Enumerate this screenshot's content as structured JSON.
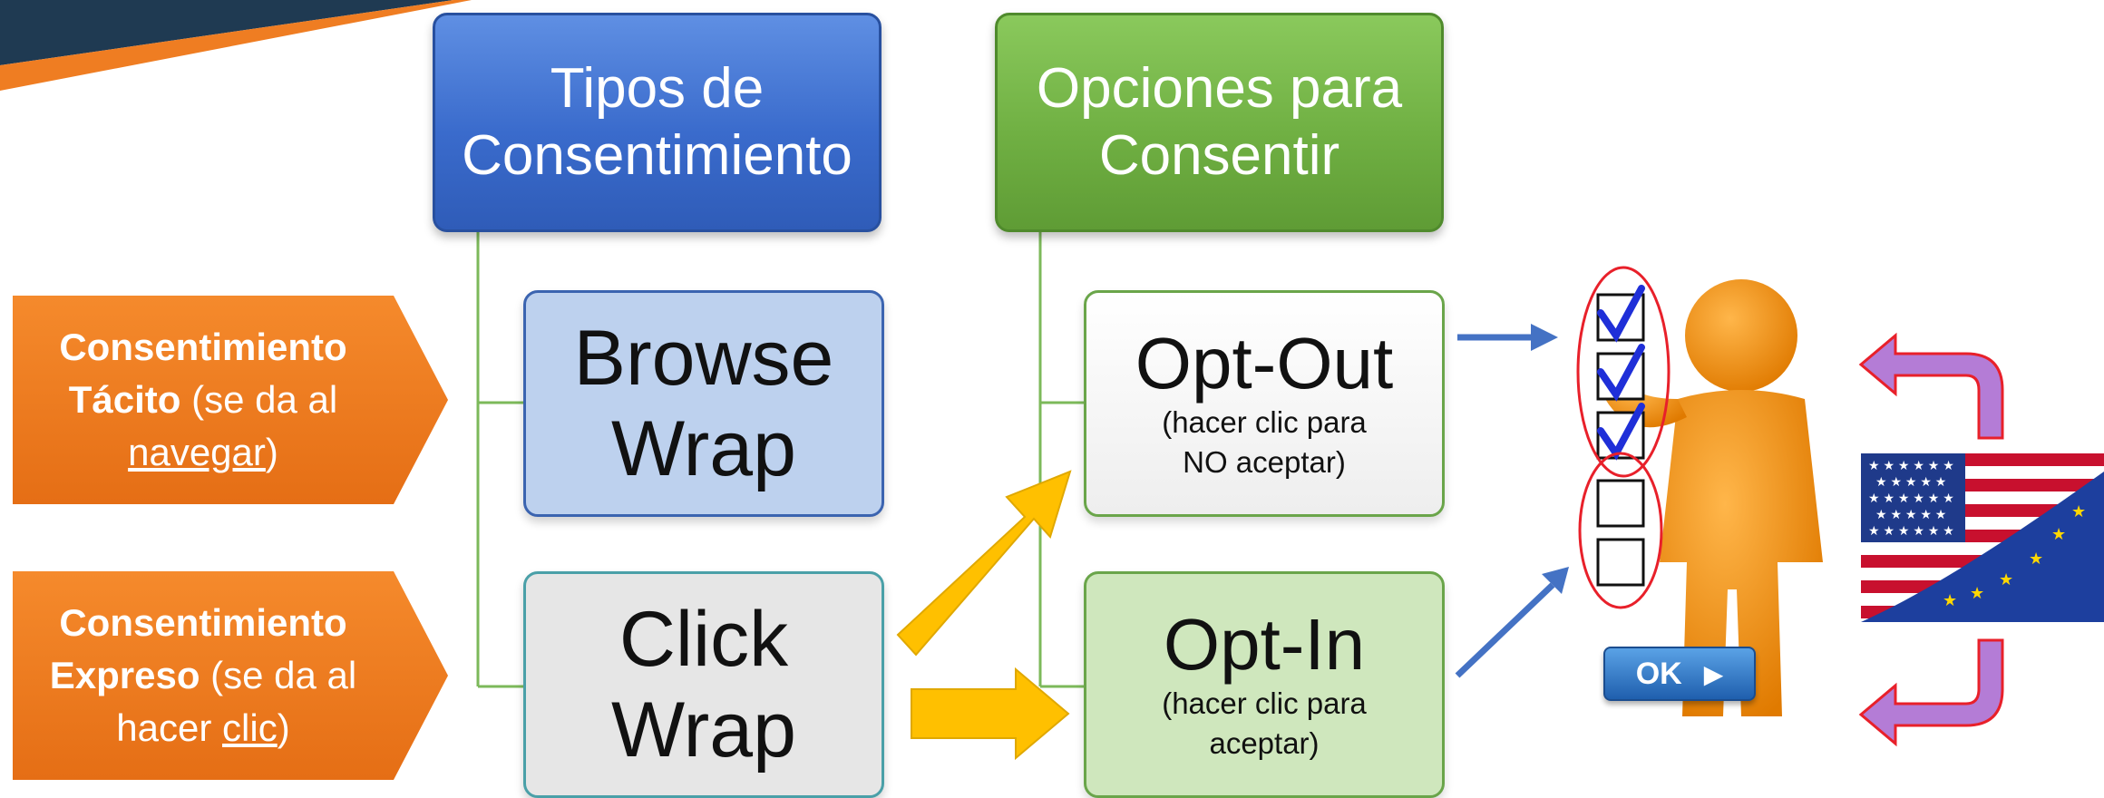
{
  "headers": {
    "types_line1": "Tipos de",
    "types_line2": "Consentimiento",
    "options_line1": "Opciones para",
    "options_line2": "Consentir"
  },
  "types": {
    "browse_line1": "Browse",
    "browse_line2": "Wrap",
    "click_line1": "Click",
    "click_line2": "Wrap"
  },
  "options": {
    "optout_title": "Opt-Out",
    "optout_sub1": "(hacer clic para",
    "optout_sub2": "NO aceptar)",
    "optin_title": "Opt-In",
    "optin_sub1": "(hacer clic para",
    "optin_sub2": "aceptar)"
  },
  "consent": {
    "tacito_l1": "Consentimiento",
    "tacito_l2_bold": "Tácito",
    "tacito_l2_rest": " (se da al",
    "tacito_l3_link": "navegar",
    "tacito_l3_rest": ")",
    "expreso_l1": "Consentimiento",
    "expreso_l2_bold": "Expreso",
    "expreso_l2_rest": " (se da al",
    "expreso_l3_pre": "hacer ",
    "expreso_l3_link": "clic",
    "expreso_l3_rest": ")"
  },
  "ok_button": {
    "label": "OK"
  },
  "colors": {
    "blue_header": "#3a6bcc",
    "green_header": "#70b043",
    "orange": "#ef7d22",
    "yellow_arrow": "#ffc000",
    "blue_arrow": "#4472c4",
    "purple_arrow": "#b47cd6",
    "red_outline": "#e8202a"
  },
  "icons": [
    "figure-with-checklist",
    "us-eu-flag",
    "checkmark-icon"
  ]
}
